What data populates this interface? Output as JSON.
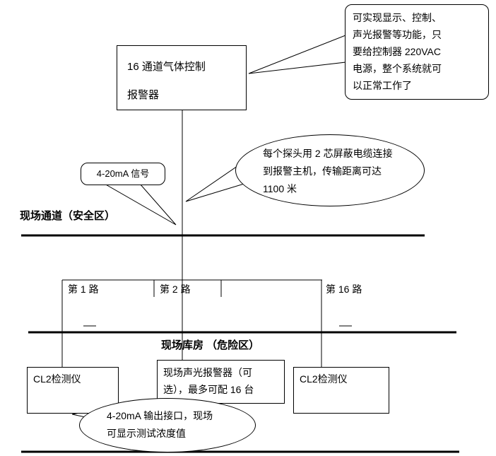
{
  "colors": {
    "line": "#000000",
    "background": "#ffffff"
  },
  "alarm_box": {
    "text": "16 通道气体控制\n报警器"
  },
  "callout_system": {
    "text": "可实现显示、控制、\n声光报警等功能，只\n要给控制器 220VAC\n电源，整个系统就可\n以正常工作了"
  },
  "callout_cable": {
    "text": "每个探头用 2 芯屏蔽电缆连接\n到报警主机，传输距离可达\n1100 米"
  },
  "callout_signal": {
    "text": "4-20mA 信号"
  },
  "callout_output": {
    "text": "4-20mA 输出接口，现场\n可显示测试浓度值"
  },
  "zone_safe": {
    "label": "现场通道（安全区）"
  },
  "zone_danger": {
    "label": "现场库房 （危险区）"
  },
  "channels": {
    "ch1": "第 1 路",
    "ch2": "第 2 路",
    "ch16": "第 16 路"
  },
  "detector_left": {
    "label": "CL2检测仪"
  },
  "alarm_optional": {
    "text": "现场声光报警器（可\n选），最多可配 16 台"
  },
  "detector_right": {
    "label": "CL2检测仪"
  }
}
